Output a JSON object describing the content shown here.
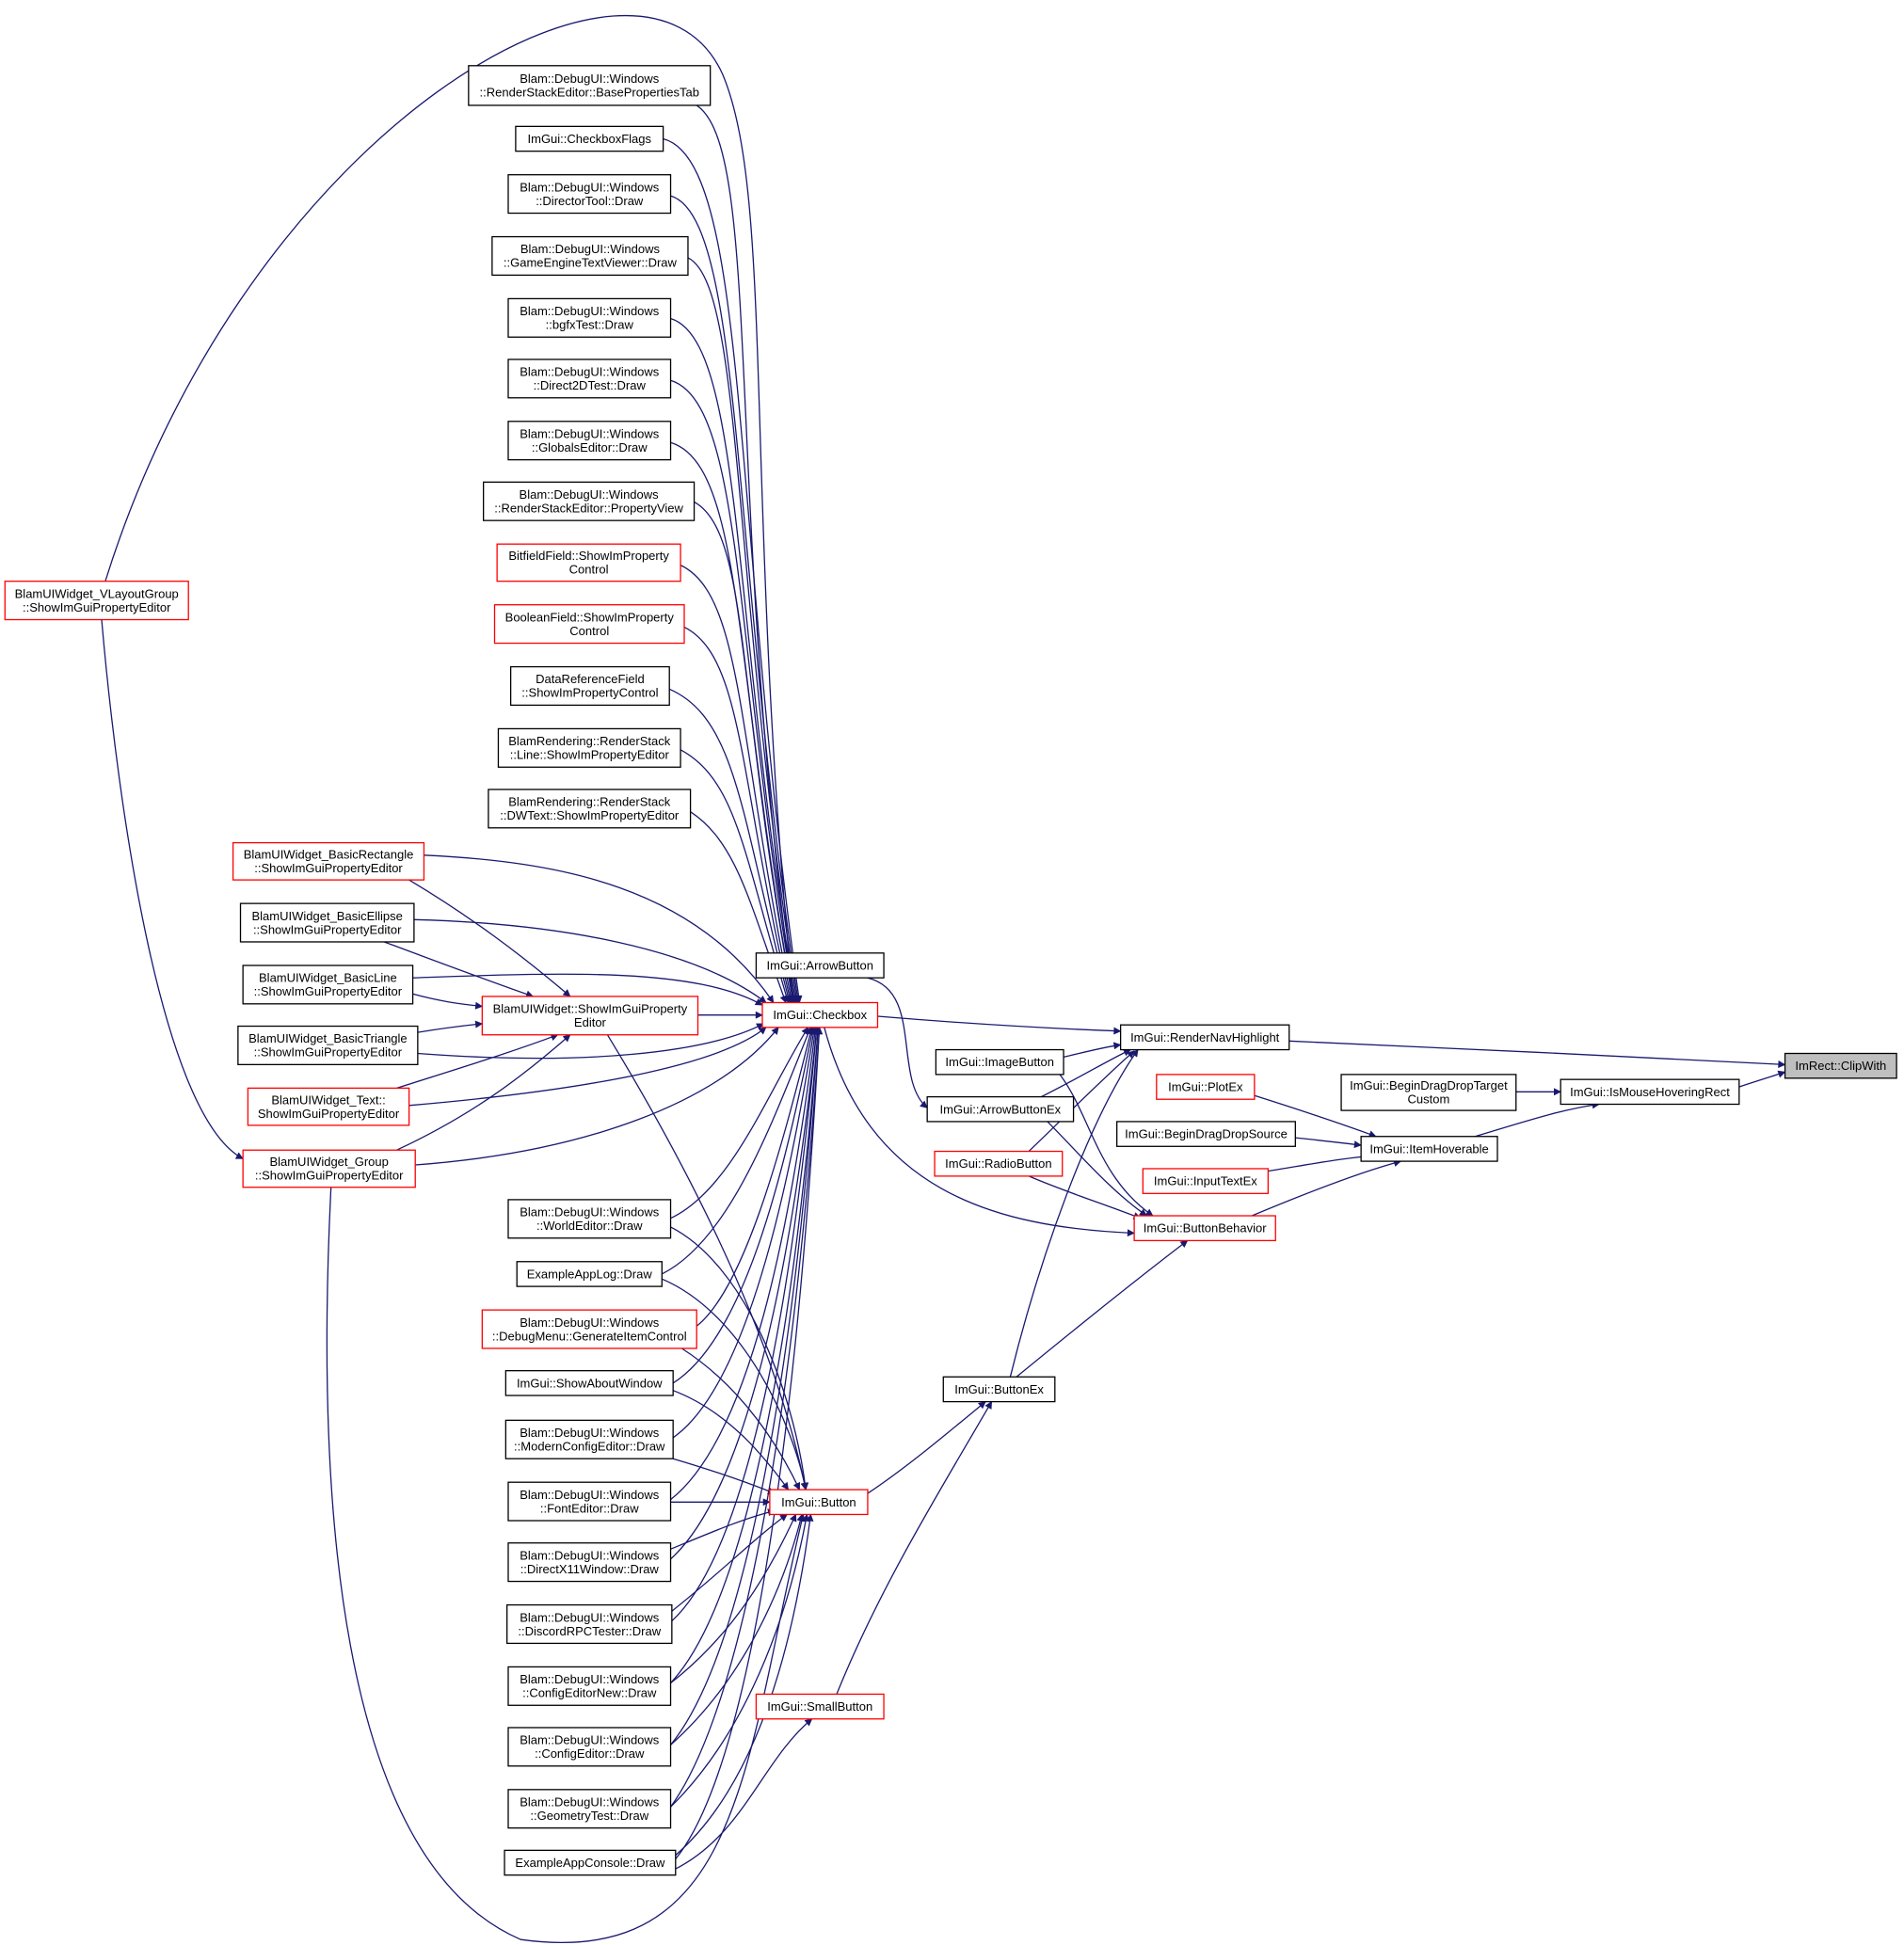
{
  "nodes": [
    {
      "id": "cliprect",
      "lines": [
        "ImRect::ClipWith"
      ],
      "style": "target"
    },
    {
      "id": "rendernav",
      "lines": [
        "ImGui::RenderNavHighlight"
      ],
      "style": "black"
    },
    {
      "id": "ismouse",
      "lines": [
        "ImGui::IsMouseHoveringRect"
      ],
      "style": "black"
    },
    {
      "id": "bddtarget",
      "lines": [
        "ImGui::BeginDragDropTarget",
        "Custom"
      ],
      "style": "black"
    },
    {
      "id": "itemhover",
      "lines": [
        "ImGui::ItemHoverable"
      ],
      "style": "black"
    },
    {
      "id": "plotex",
      "lines": [
        "ImGui::PlotEx"
      ],
      "style": "red"
    },
    {
      "id": "bddsource",
      "lines": [
        "ImGui::BeginDragDropSource"
      ],
      "style": "black"
    },
    {
      "id": "inputtext",
      "lines": [
        "ImGui::InputTextEx"
      ],
      "style": "red"
    },
    {
      "id": "btnbehavior",
      "lines": [
        "ImGui::ButtonBehavior"
      ],
      "style": "red"
    },
    {
      "id": "imagebtn",
      "lines": [
        "ImGui::ImageButton"
      ],
      "style": "black"
    },
    {
      "id": "arrowbtnex",
      "lines": [
        "ImGui::ArrowButtonEx"
      ],
      "style": "black"
    },
    {
      "id": "radiobtn",
      "lines": [
        "ImGui::RadioButton"
      ],
      "style": "red"
    },
    {
      "id": "buttonex",
      "lines": [
        "ImGui::ButtonEx"
      ],
      "style": "black"
    },
    {
      "id": "arrowbtn",
      "lines": [
        "ImGui::ArrowButton"
      ],
      "style": "black"
    },
    {
      "id": "checkbox",
      "lines": [
        "ImGui::Checkbox"
      ],
      "style": "red"
    },
    {
      "id": "button",
      "lines": [
        "ImGui::Button"
      ],
      "style": "red"
    },
    {
      "id": "smallbtn",
      "lines": [
        "ImGui::SmallButton"
      ],
      "style": "red"
    },
    {
      "id": "showimgui",
      "lines": [
        "BlamUIWidget::ShowImGuiProperty",
        "Editor"
      ],
      "style": "red"
    },
    {
      "id": "vlayout",
      "lines": [
        "BlamUIWidget_VLayoutGroup",
        "::ShowImGuiPropertyEditor"
      ],
      "style": "red"
    },
    {
      "id": "baseprops",
      "lines": [
        "Blam::DebugUI::Windows",
        "::RenderStackEditor::BasePropertiesTab"
      ],
      "style": "black"
    },
    {
      "id": "cbflags",
      "lines": [
        "ImGui::CheckboxFlags"
      ],
      "style": "black"
    },
    {
      "id": "director",
      "lines": [
        "Blam::DebugUI::Windows",
        "::DirectorTool::Draw"
      ],
      "style": "black"
    },
    {
      "id": "gameengine",
      "lines": [
        "Blam::DebugUI::Windows",
        "::GameEngineTextViewer::Draw"
      ],
      "style": "black"
    },
    {
      "id": "bgfx",
      "lines": [
        "Blam::DebugUI::Windows",
        "::bgfxTest::Draw"
      ],
      "style": "black"
    },
    {
      "id": "direct2d",
      "lines": [
        "Blam::DebugUI::Windows",
        "::Direct2DTest::Draw"
      ],
      "style": "black"
    },
    {
      "id": "globals",
      "lines": [
        "Blam::DebugUI::Windows",
        "::GlobalsEditor::Draw"
      ],
      "style": "black"
    },
    {
      "id": "propview",
      "lines": [
        "Blam::DebugUI::Windows",
        "::RenderStackEditor::PropertyView"
      ],
      "style": "black"
    },
    {
      "id": "bitfield",
      "lines": [
        "BitfieldField::ShowImProperty",
        "Control"
      ],
      "style": "red"
    },
    {
      "id": "boolean",
      "lines": [
        "BooleanField::ShowImProperty",
        "Control"
      ],
      "style": "red"
    },
    {
      "id": "dataref",
      "lines": [
        "DataReferenceField",
        "::ShowImPropertyControl"
      ],
      "style": "black"
    },
    {
      "id": "rsline",
      "lines": [
        "BlamRendering::RenderStack",
        "::Line::ShowImPropertyEditor"
      ],
      "style": "black"
    },
    {
      "id": "rsdwtext",
      "lines": [
        "BlamRendering::RenderStack",
        "::DWText::ShowImPropertyEditor"
      ],
      "style": "black"
    },
    {
      "id": "basicrect",
      "lines": [
        "BlamUIWidget_BasicRectangle",
        "::ShowImGuiPropertyEditor"
      ],
      "style": "red"
    },
    {
      "id": "basicellipse",
      "lines": [
        "BlamUIWidget_BasicEllipse",
        "::ShowImGuiPropertyEditor"
      ],
      "style": "black"
    },
    {
      "id": "basicline",
      "lines": [
        "BlamUIWidget_BasicLine",
        "::ShowImGuiPropertyEditor"
      ],
      "style": "black"
    },
    {
      "id": "basictri",
      "lines": [
        "BlamUIWidget_BasicTriangle",
        "::ShowImGuiPropertyEditor"
      ],
      "style": "black"
    },
    {
      "id": "textw",
      "lines": [
        "BlamUIWidget_Text::",
        "ShowImGuiPropertyEditor"
      ],
      "style": "red"
    },
    {
      "id": "group",
      "lines": [
        "BlamUIWidget_Group",
        "::ShowImGuiPropertyEditor"
      ],
      "style": "red"
    },
    {
      "id": "worldeditor",
      "lines": [
        "Blam::DebugUI::Windows",
        "::WorldEditor::Draw"
      ],
      "style": "black"
    },
    {
      "id": "applog",
      "lines": [
        "ExampleAppLog::Draw"
      ],
      "style": "black"
    },
    {
      "id": "debugmenu",
      "lines": [
        "Blam::DebugUI::Windows",
        "::DebugMenu::GenerateItemControl"
      ],
      "style": "red"
    },
    {
      "id": "showabout",
      "lines": [
        "ImGui::ShowAboutWindow"
      ],
      "style": "black"
    },
    {
      "id": "modernconfig",
      "lines": [
        "Blam::DebugUI::Windows",
        "::ModernConfigEditor::Draw"
      ],
      "style": "black"
    },
    {
      "id": "fonteditor",
      "lines": [
        "Blam::DebugUI::Windows",
        "::FontEditor::Draw"
      ],
      "style": "black"
    },
    {
      "id": "directx11",
      "lines": [
        "Blam::DebugUI::Windows",
        "::DirectX11Window::Draw"
      ],
      "style": "black"
    },
    {
      "id": "discord",
      "lines": [
        "Blam::DebugUI::Windows",
        "::DiscordRPCTester::Draw"
      ],
      "style": "black"
    },
    {
      "id": "confignew",
      "lines": [
        "Blam::DebugUI::Windows",
        "::ConfigEditorNew::Draw"
      ],
      "style": "black"
    },
    {
      "id": "configeditor",
      "lines": [
        "Blam::DebugUI::Windows",
        "::ConfigEditor::Draw"
      ],
      "style": "black"
    },
    {
      "id": "geometry",
      "lines": [
        "Blam::DebugUI::Windows",
        "::GeometryTest::Draw"
      ],
      "style": "black"
    },
    {
      "id": "appconsole",
      "lines": [
        "ExampleAppConsole::Draw"
      ],
      "style": "black"
    }
  ],
  "edges": [
    [
      "rendernav",
      "cliprect"
    ],
    [
      "ismouse",
      "cliprect"
    ],
    [
      "bddtarget",
      "ismouse"
    ],
    [
      "itemhover",
      "ismouse"
    ],
    [
      "plotex",
      "itemhover"
    ],
    [
      "bddsource",
      "itemhover"
    ],
    [
      "inputtext",
      "itemhover"
    ],
    [
      "btnbehavior",
      "itemhover"
    ],
    [
      "checkbox",
      "rendernav"
    ],
    [
      "imagebtn",
      "rendernav"
    ],
    [
      "arrowbtnex",
      "rendernav"
    ],
    [
      "radiobtn",
      "rendernav"
    ],
    [
      "buttonex",
      "rendernav"
    ],
    [
      "imagebtn",
      "btnbehavior"
    ],
    [
      "arrowbtnex",
      "btnbehavior"
    ],
    [
      "radiobtn",
      "btnbehavior"
    ],
    [
      "buttonex",
      "btnbehavior"
    ],
    [
      "checkbox",
      "btnbehavior"
    ],
    [
      "arrowbtn",
      "arrowbtnex"
    ],
    [
      "button",
      "buttonex"
    ],
    [
      "smallbtn",
      "buttonex"
    ],
    [
      "baseprops",
      "checkbox"
    ],
    [
      "cbflags",
      "checkbox"
    ],
    [
      "director",
      "checkbox"
    ],
    [
      "gameengine",
      "checkbox"
    ],
    [
      "bgfx",
      "checkbox"
    ],
    [
      "direct2d",
      "checkbox"
    ],
    [
      "globals",
      "checkbox"
    ],
    [
      "propview",
      "checkbox"
    ],
    [
      "bitfield",
      "checkbox"
    ],
    [
      "boolean",
      "checkbox"
    ],
    [
      "dataref",
      "checkbox"
    ],
    [
      "rsline",
      "checkbox"
    ],
    [
      "rsdwtext",
      "checkbox"
    ],
    [
      "basicrect",
      "checkbox"
    ],
    [
      "basicellipse",
      "checkbox"
    ],
    [
      "basicline",
      "checkbox"
    ],
    [
      "showimgui",
      "checkbox"
    ],
    [
      "basictri",
      "checkbox"
    ],
    [
      "textw",
      "checkbox"
    ],
    [
      "group",
      "checkbox"
    ],
    [
      "worldeditor",
      "checkbox"
    ],
    [
      "applog",
      "checkbox"
    ],
    [
      "debugmenu",
      "checkbox"
    ],
    [
      "showabout",
      "checkbox"
    ],
    [
      "modernconfig",
      "checkbox"
    ],
    [
      "fonteditor",
      "checkbox"
    ],
    [
      "directx11",
      "checkbox"
    ],
    [
      "discord",
      "checkbox"
    ],
    [
      "confignew",
      "checkbox"
    ],
    [
      "configeditor",
      "checkbox"
    ],
    [
      "geometry",
      "checkbox"
    ],
    [
      "appconsole",
      "checkbox"
    ],
    [
      "vlayout",
      "checkbox"
    ],
    [
      "basicrect",
      "showimgui"
    ],
    [
      "basicellipse",
      "showimgui"
    ],
    [
      "basicline",
      "showimgui"
    ],
    [
      "basictri",
      "showimgui"
    ],
    [
      "textw",
      "showimgui"
    ],
    [
      "group",
      "showimgui"
    ],
    [
      "vlayout",
      "group"
    ],
    [
      "showimgui",
      "button"
    ],
    [
      "worldeditor",
      "button"
    ],
    [
      "applog",
      "button"
    ],
    [
      "debugmenu",
      "button"
    ],
    [
      "showabout",
      "button"
    ],
    [
      "modernconfig",
      "button"
    ],
    [
      "fonteditor",
      "button"
    ],
    [
      "directx11",
      "button"
    ],
    [
      "discord",
      "button"
    ],
    [
      "confignew",
      "button"
    ],
    [
      "configeditor",
      "button"
    ],
    [
      "geometry",
      "button"
    ],
    [
      "appconsole",
      "button"
    ],
    [
      "group",
      "button"
    ],
    [
      "appconsole",
      "smallbtn"
    ]
  ]
}
